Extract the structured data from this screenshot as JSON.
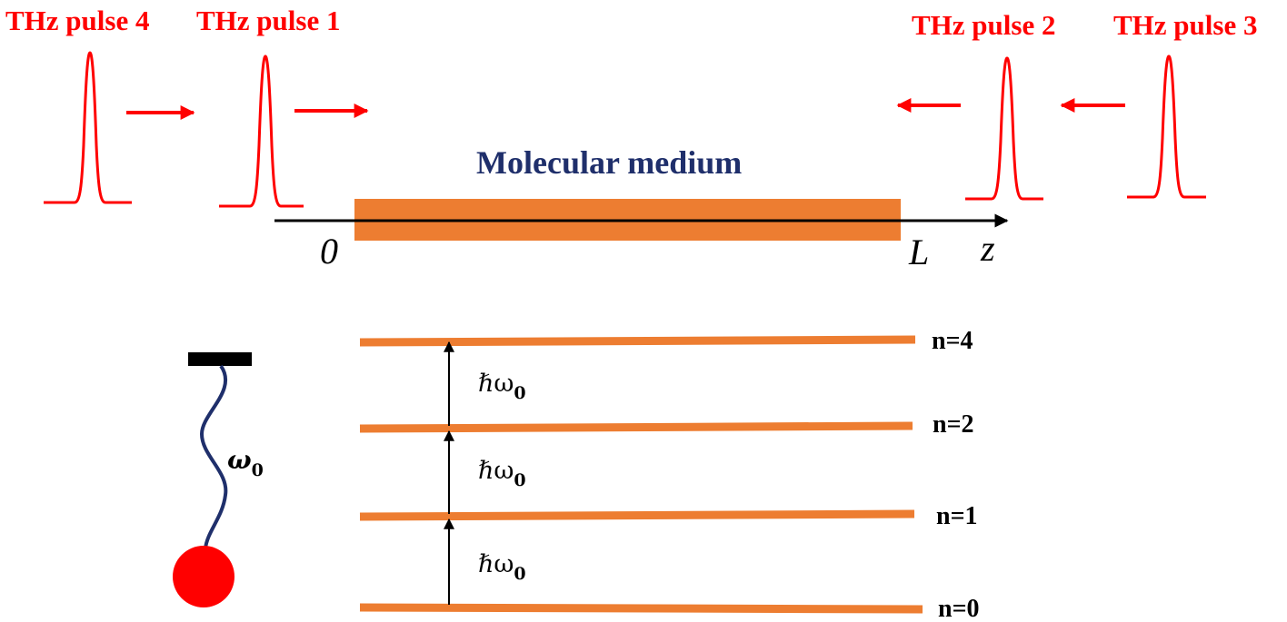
{
  "colors": {
    "pulse": "#ff0000",
    "medium": "#ed7d31",
    "medium_label": "#1f2f6b",
    "axis": "#000000",
    "spring": "#1f2f6b",
    "mass": "#ff0000"
  },
  "pulses": [
    {
      "label": "THz pulse 4",
      "direction": "right"
    },
    {
      "label": "THz pulse 1",
      "direction": "right"
    },
    {
      "label": "THz pulse 2",
      "direction": "left"
    },
    {
      "label": "THz pulse 3",
      "direction": "left"
    }
  ],
  "medium": {
    "label": "Molecular medium"
  },
  "axis": {
    "origin_label": "0",
    "end_label": "L",
    "variable": "z"
  },
  "oscillator": {
    "symbol": "ω",
    "subscript": "0"
  },
  "levels": [
    {
      "label": "n=4"
    },
    {
      "label": "n=2"
    },
    {
      "label": "n=1"
    },
    {
      "label": "n=0"
    }
  ],
  "transitions": [
    {
      "symbol": "ℏω",
      "subscript": "0"
    },
    {
      "symbol": "ℏω",
      "subscript": "0"
    },
    {
      "symbol": "ℏω",
      "subscript": "0"
    }
  ]
}
